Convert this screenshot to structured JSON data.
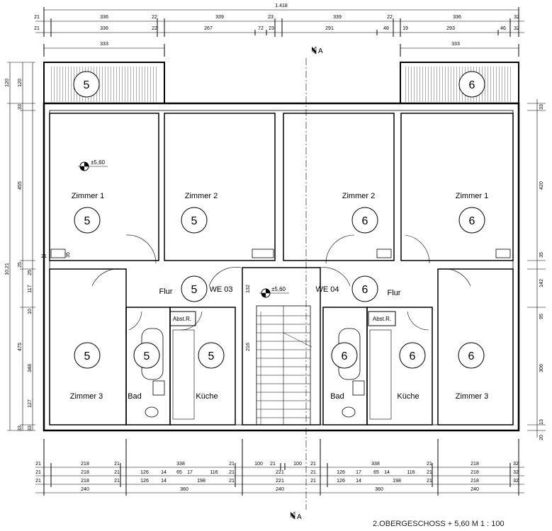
{
  "drawing_title": "2.OBERGESCHOSS  + 5,60  M 1 : 100",
  "overall_width": "1.418",
  "overall_height": "10,21",
  "section_label": "A",
  "level_marks": [
    "±5,60",
    "±5,60"
  ],
  "rooms": {
    "z1_left": "Zimmer 1",
    "z2_left": "Zimmer 2",
    "z2_right": "Zimmer 2",
    "z1_right": "Zimmer 1",
    "z3_left": "Zimmer 3",
    "bad_left": "Bad",
    "kueche_left": "Küche",
    "bad_right": "Bad",
    "kueche_right": "Küche",
    "z3_right": "Zimmer 3",
    "flur_left": "Flur",
    "flur_right": "Flur",
    "we03": "WE 03",
    "we04": "WE 04",
    "abst_left": "Abst.R.",
    "abst_right": "Abst.R."
  },
  "unit_numbers": {
    "balk_left": "5",
    "balk_right": "6",
    "z1_left": "5",
    "z2_left": "5",
    "z2_right": "6",
    "z1_right": "6",
    "flur_left": "5",
    "flur_right": "6",
    "z3_left": "5",
    "bad_left": "5",
    "kueche_left": "5",
    "bad_right": "6",
    "kueche_right": "6",
    "z3_right": "6"
  },
  "top_dims": {
    "row1": [
      "21",
      "336",
      "22",
      "339",
      "23",
      "339",
      "22",
      "336",
      "32"
    ],
    "row2": [
      "21",
      "336",
      "22",
      "267",
      "72",
      "23",
      "291",
      "48",
      "19",
      "293",
      "46",
      "32"
    ],
    "row3": [
      "333",
      "333"
    ]
  },
  "bottom_dims": {
    "row1": [
      "21",
      "218",
      "21",
      "338",
      "21",
      "100",
      "21",
      "100",
      "21",
      "338",
      "21",
      "218",
      "32"
    ],
    "row2": [
      "21",
      "218",
      "21",
      "126",
      "14",
      "65",
      "17",
      "116",
      "21",
      "221",
      "21",
      "126",
      "17",
      "65",
      "14",
      "116",
      "21",
      "218",
      "32"
    ],
    "row3": [
      "21",
      "218",
      "21",
      "126",
      "14",
      "198",
      "21",
      "221",
      "21",
      "126",
      "14",
      "198",
      "21",
      "218",
      "32"
    ],
    "row4": [
      "240",
      "360",
      "240",
      "360",
      "240"
    ]
  },
  "left_dims": [
    "120",
    "120",
    "33",
    "455",
    "21",
    "35",
    "25",
    "25",
    "117",
    "10",
    "475",
    "348",
    "127",
    "33",
    "33"
  ],
  "left_dims_inner": [
    "216",
    "132"
  ],
  "right_dims": [
    "33",
    "420",
    "35",
    "142",
    "95",
    "306",
    "13",
    "20"
  ]
}
